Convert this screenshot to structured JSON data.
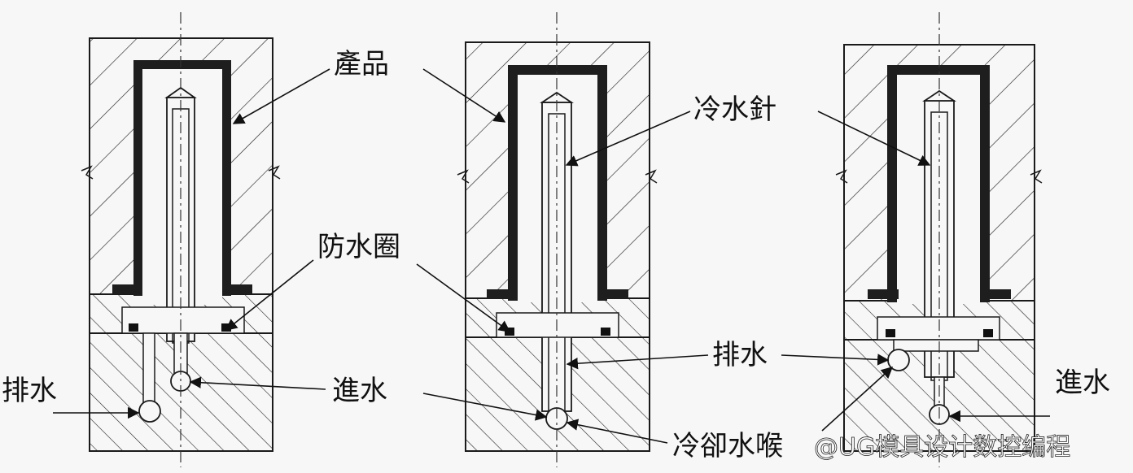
{
  "labels": {
    "product": "產品",
    "cooling_pin": "冷水針",
    "seal_ring": "防水圈",
    "drain_left": "排水",
    "drain_right": "排水",
    "inlet_mid": "進水",
    "inlet_right": "進水",
    "cooling_fitting": "冷卻水喉"
  },
  "watermark": "@UG模具设计数控编程",
  "colors": {
    "line": "#1a1a1a",
    "product": "#202020",
    "background": "#f7f7f7"
  }
}
